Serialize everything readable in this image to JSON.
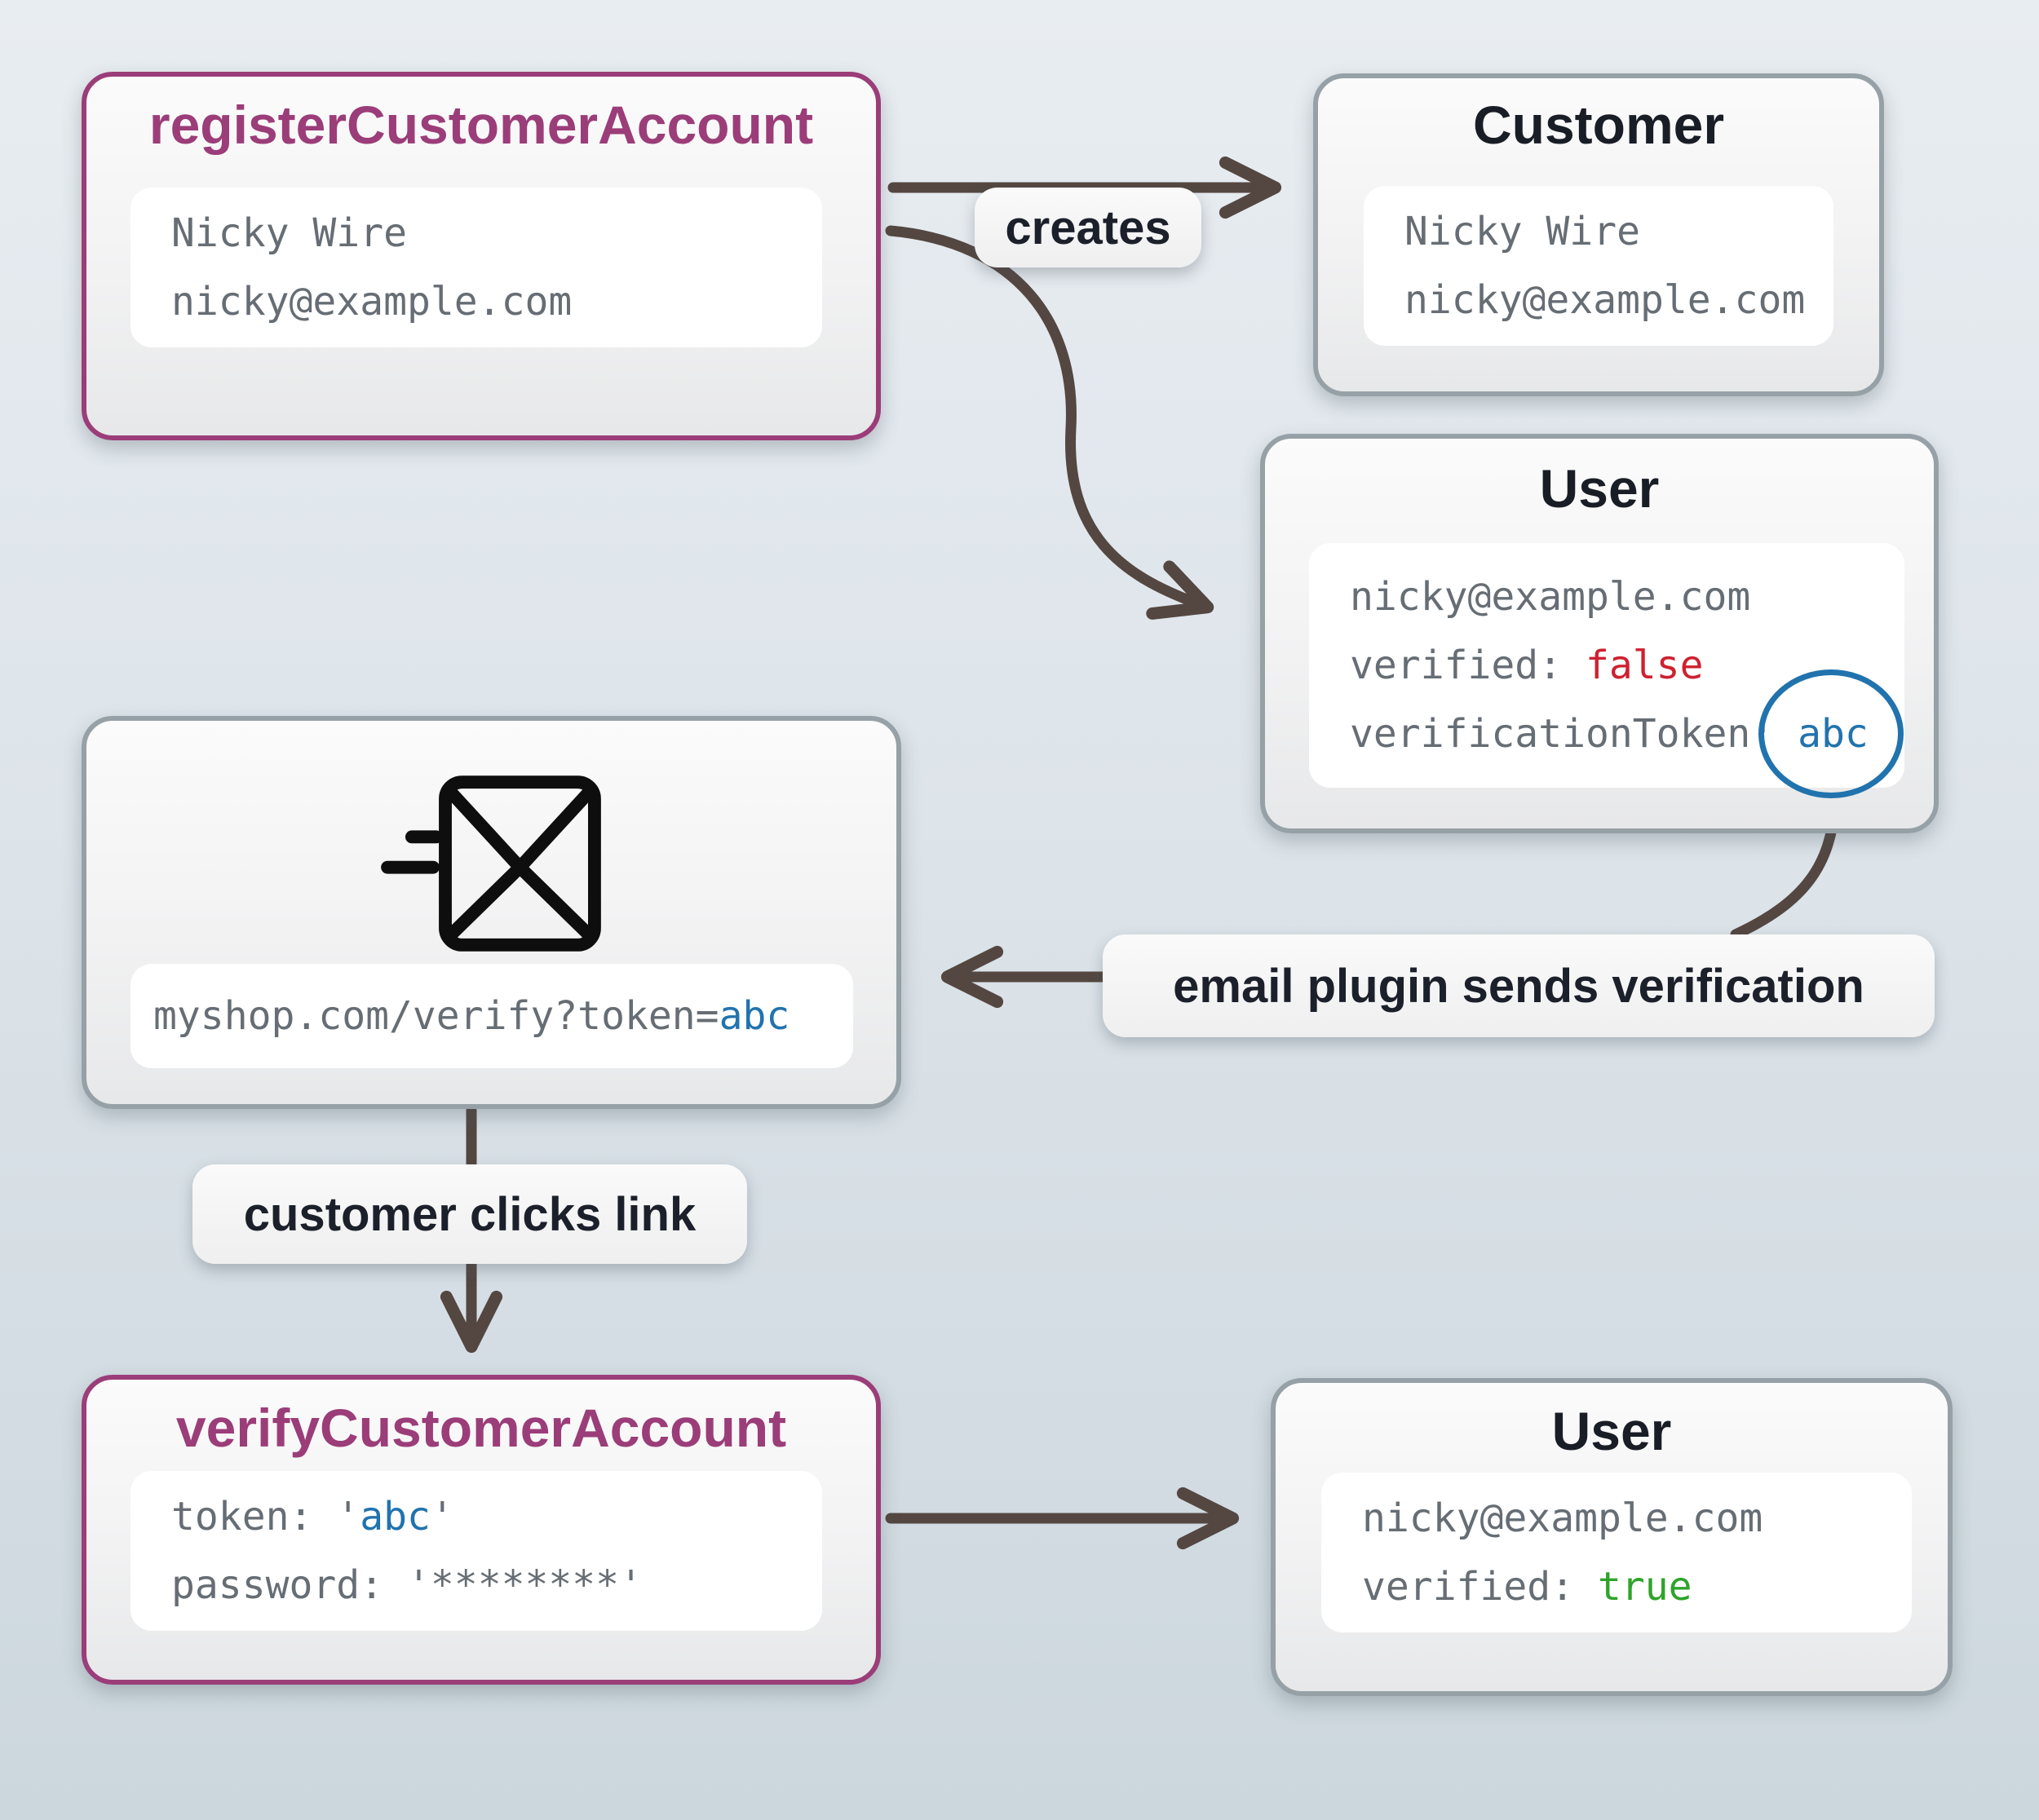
{
  "colors": {
    "background_top": "#e8edf1",
    "background_bottom": "#ccd7dd",
    "accent_purple": "#9b3d79",
    "node_border_gray": "#96a1a7",
    "title_dark": "#191d26",
    "label_text": "#1b202b",
    "code_gray": "#666d74",
    "false_red": "#ce2130",
    "true_green": "#2fa32a",
    "token_blue": "#2173ad",
    "arrow_color": "#544741",
    "icon_black": "#0e0e0e"
  },
  "nodes": {
    "register": {
      "title": "registerCustomerAccount",
      "name": "Nicky Wire",
      "email": "nicky@example.com"
    },
    "customer": {
      "title": "Customer",
      "name": "Nicky Wire",
      "email": "nicky@example.com"
    },
    "user_unverified": {
      "title": "User",
      "email": "nicky@example.com",
      "verified_key": "verified: ",
      "verified_value": "false",
      "token_key": "verificationToken: ",
      "token_value": "abc"
    },
    "email_message": {
      "icon": "send-email-icon",
      "url_prefix": "myshop.com/verify?token=",
      "url_token": "abc"
    },
    "verify": {
      "title": "verifyCustomerAccount",
      "token_key": "token: ",
      "quote": "'",
      "token_value": "abc",
      "password_key": "password: ",
      "password_value": "********"
    },
    "user_verified": {
      "title": "User",
      "email": "nicky@example.com",
      "verified_key": "verified: ",
      "verified_value": "true"
    }
  },
  "labels": {
    "creates": "creates",
    "email_plugin": "email plugin sends verification",
    "customer_clicks": "customer clicks link"
  }
}
